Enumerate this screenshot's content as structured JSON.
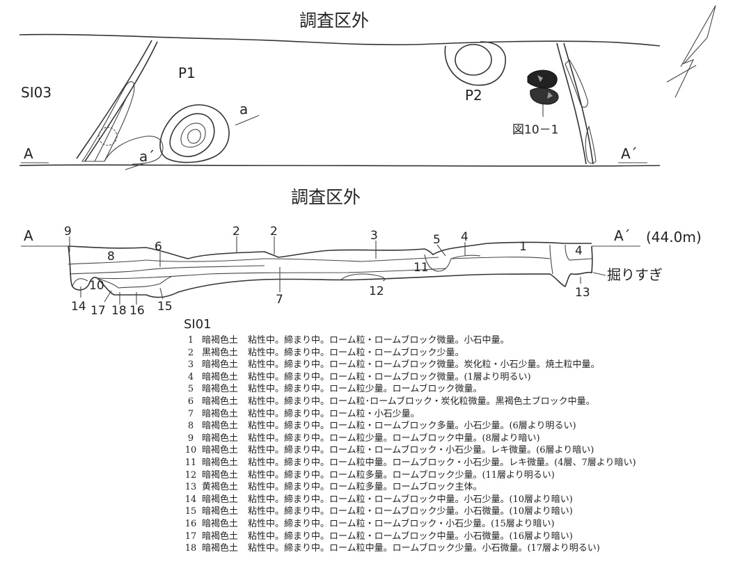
{
  "plan": {
    "outside_top": "調査区外",
    "sio3": "SI03",
    "p1": "P1",
    "p2": "P2",
    "a_top": "a",
    "a_bottom": "a´",
    "A_left": "A",
    "A_right": "A´",
    "fig_ref": "図10－1"
  },
  "section": {
    "outside_title": "調査区外",
    "A_left": "A",
    "A_right": "A´",
    "elevation": "(44.0m)",
    "overdig": "掘りすぎ",
    "layer_nums": [
      "9",
      "2",
      "2",
      "3",
      "5",
      "4",
      "1",
      "4",
      "8",
      "6",
      "11",
      "10",
      "12",
      "13",
      "14",
      "7",
      "17",
      "18",
      "16",
      "15"
    ]
  },
  "legend": {
    "title": "SI01",
    "rows": [
      {
        "no": "1",
        "soil": "暗褐色土",
        "desc": "粘性中。締まり中。ローム粒・ロームブロック微量。小石中量。"
      },
      {
        "no": "2",
        "soil": "黒褐色土",
        "desc": "粘性中。締まり中。ローム粒・ロームブロック少量。"
      },
      {
        "no": "3",
        "soil": "暗褐色土",
        "desc": "粘性中。締まり中。ローム粒・ロームブロック微量。炭化粒・小石少量。焼土粒中量。"
      },
      {
        "no": "4",
        "soil": "暗褐色土",
        "desc": "粘性中。締まり中。ローム粒・ロームブロック微量。(1層より明るい)"
      },
      {
        "no": "5",
        "soil": "暗褐色土",
        "desc": "粘性中。締まり中。ローム粒少量。ロームブロック微量。"
      },
      {
        "no": "6",
        "soil": "暗褐色土",
        "desc": "粘性中。締まり中。ローム粒･ロームブロック・炭化粒微量。黒褐色土ブロック中量。"
      },
      {
        "no": "7",
        "soil": "暗褐色土",
        "desc": "粘性中。締まり中。ローム粒・小石少量。"
      },
      {
        "no": "8",
        "soil": "暗褐色土",
        "desc": "粘性中。締まり中。ローム粒・ロームブロック多量。小石少量。(6層より明るい)"
      },
      {
        "no": "9",
        "soil": "暗褐色土",
        "desc": "粘性中。締まり中。ローム粒少量。ロームブロック中量。(8層より暗い)"
      },
      {
        "no": "10",
        "soil": "暗褐色土",
        "desc": "粘性中。締まり中。ローム粒・ロームブロック・小石少量。レキ微量。(6層より暗い)"
      },
      {
        "no": "11",
        "soil": "暗褐色土",
        "desc": "粘性中。締まり中。ローム粒中量。ロームブロック・小石少量。レキ微量。(4層、7層より暗い)"
      },
      {
        "no": "12",
        "soil": "暗褐色土",
        "desc": "粘性中。締まり中。ローム粒多量。ロームブロック少量。(11層より明るい)"
      },
      {
        "no": "13",
        "soil": "黄褐色土",
        "desc": "粘性中。締まり中。ローム粒多量。ロームブロック主体。"
      },
      {
        "no": "14",
        "soil": "暗褐色土",
        "desc": "粘性中。締まり中。ローム粒・ロームブロック中量。小石少量。(10層より暗い)"
      },
      {
        "no": "15",
        "soil": "暗褐色土",
        "desc": "粘性中。締まり中。ローム粒・ロームブロック少量。小石微量。(10層より暗い)"
      },
      {
        "no": "16",
        "soil": "暗褐色土",
        "desc": "粘性中。締まり中。ローム粒・ロームブロック・小石少量。(15層より暗い)"
      },
      {
        "no": "17",
        "soil": "暗褐色土",
        "desc": "粘性中。締まり中。ローム粒・ロームブロック中量。小石微量。(16層より暗い)"
      },
      {
        "no": "18",
        "soil": "暗褐色土",
        "desc": "粘性中。締まり中。ローム粒中量。ロームブロック少量。小石微量。(17層より明るい)"
      }
    ]
  }
}
